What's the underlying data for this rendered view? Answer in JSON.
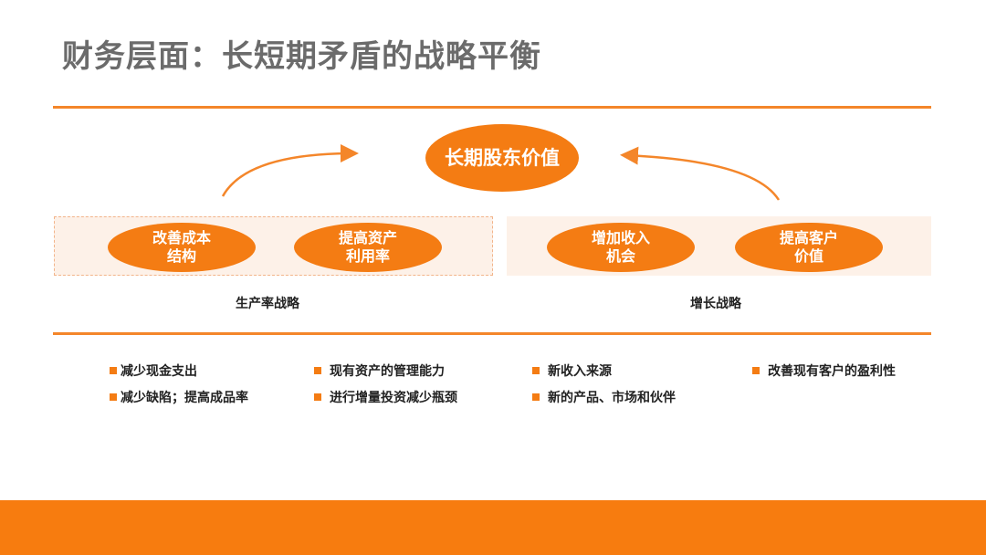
{
  "title": "财务层面：长短期矛盾的战略平衡",
  "center_goal": "长期股东价值",
  "productivity": {
    "caption": "生产率战略",
    "items": [
      {
        "line1": "改善成本",
        "line2": "结构"
      },
      {
        "line1": "提高资产",
        "line2": "利用率"
      }
    ]
  },
  "growth": {
    "caption": "增长战略",
    "items": [
      {
        "line1": "增加收入",
        "line2": "机会"
      },
      {
        "line1": "提高客户",
        "line2": "价值"
      }
    ]
  },
  "bullets": [
    [
      "减少现金支出",
      "减少缺陷；提高成品率"
    ],
    [
      "现有资产的管理能力",
      "进行增量投资减少瓶颈"
    ],
    [
      "新收入来源",
      "新的产品、市场和伙伴"
    ],
    [
      "改善现有客户的盈利性"
    ]
  ],
  "colors": {
    "accent": "#f47c13",
    "title": "#6b6b6b",
    "panel": "#fdf1e8"
  }
}
